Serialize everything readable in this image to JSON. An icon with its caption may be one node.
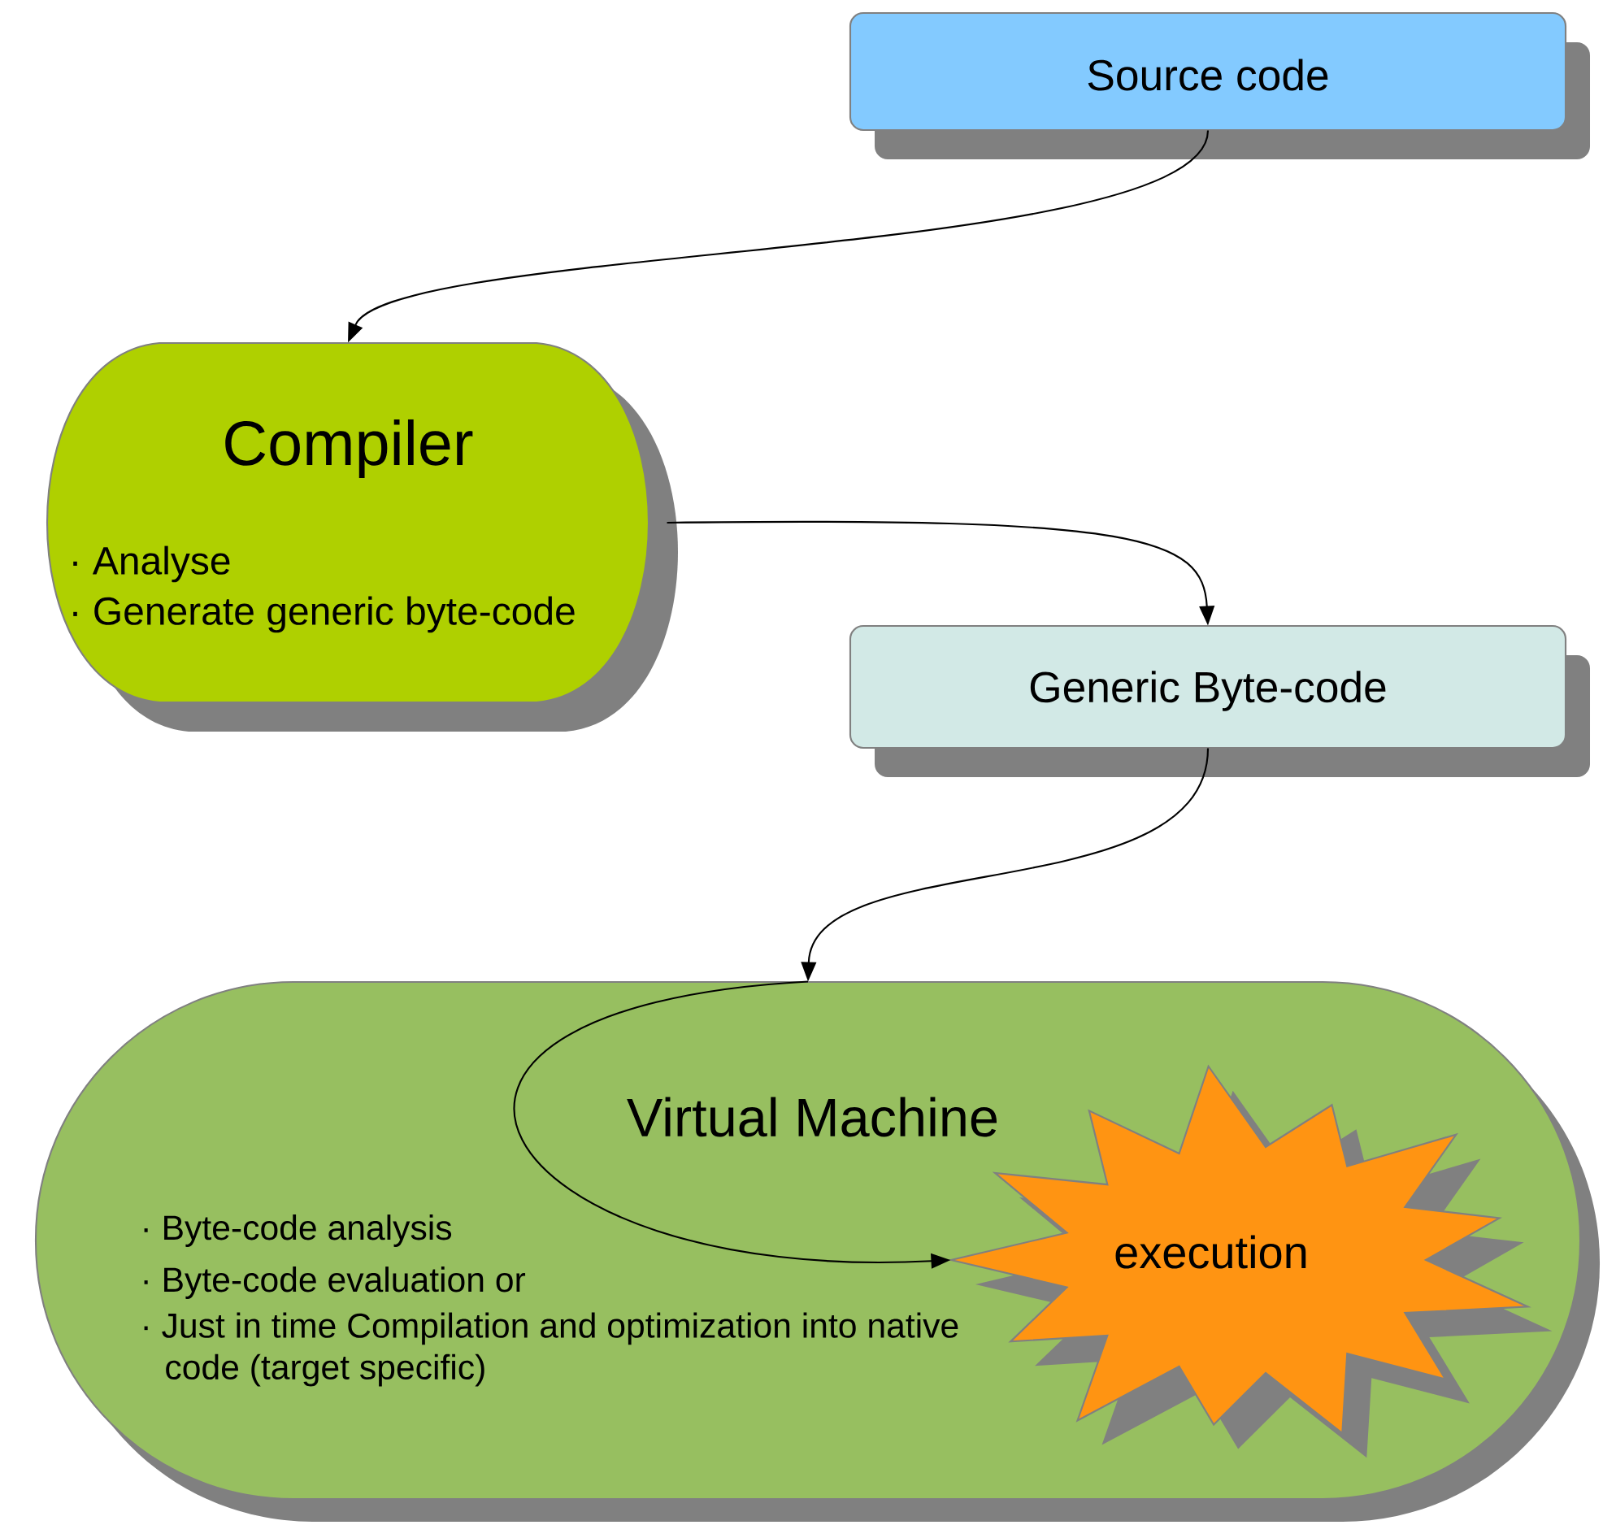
{
  "diagram": {
    "nodes": [
      {
        "text": [
          "Source code"
        ]
      },
      {
        "text": [
          "Compiler",
          "· Analyse",
          "· Generate generic byte-code"
        ]
      },
      {
        "text": [
          "Generic Byte-code"
        ]
      },
      {
        "text": [
          "Virtual Machine",
          "· Byte-code analysis",
          "· Byte-code evaluation or",
          "· Just in time Compilation and optimization into native code (target specific)"
        ]
      },
      {
        "text": [
          "execution"
        ],
        "in": 3
      }
    ],
    "edges": [
      {
        "from": 0,
        "to": 1,
        "arrow": "to"
      },
      {
        "from": 1,
        "to": 2,
        "arrow": "to"
      },
      {
        "from": 2,
        "to": 3,
        "arrow": "to"
      },
      {
        "from": 3,
        "to": 4,
        "arrow": "to"
      }
    ]
  }
}
